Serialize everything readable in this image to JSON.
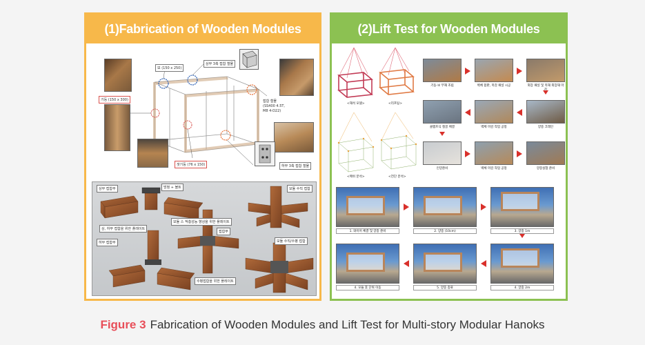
{
  "figure": {
    "number": "Figure 3",
    "title": "Fabrication of Wooden Modules and Lift Test for Multi-story Modular Hanoks"
  },
  "left_panel": {
    "title": "(1)Fabrication of Wooden Modules",
    "top_labels": {
      "beam": "보 (150 x 250)",
      "upper_joint": "상부 3축 접합 철물",
      "column": "기둥 (150 x 300)",
      "joint_hw": "접합 철물",
      "joint_hw_spec": "(SS400 4.5T,",
      "joint_hw_spec2": "M8 4-D22)",
      "lower_joint": "하부 3축 접합 철물",
      "stud": "샛기둥 (76 x 150)"
    },
    "bottom_labels": {
      "upper_section": "상부 접합부",
      "bolt": "방청 + 볼트",
      "plate_note": "모듈 스 적층성능 향상을 위한 플레이트",
      "upper_lower_plate": "상, 하부 접합을 위한 플레이트",
      "module_joint": "모듈 수직 접합",
      "lower_section": "하부 접합부",
      "horizontal_plate": "수평접합을 위한 플레이트",
      "center_label": "접합부",
      "module_vertical_horizontal": "모듈 수직/수평 접합"
    }
  },
  "right_panel": {
    "title": "(2)Lift Test for Wooden Modules",
    "diagram_labels": {
      "single": "<해석 모델>",
      "lifted": "<리프팅>",
      "mesh1": "<메쉬 분석>",
      "mesh2": "<전단 분석>"
    },
    "step_labels_top": [
      "기둥-보 부재 조립",
      "벽체 합판, 마감 패널 시공",
      "외장 패널 및 목재 외장재 마감",
      "클램프식 철골 체결",
      "벽체 마감 작업 공정",
      "양중 크레인",
      "인양준비",
      "벽체 마감 작업 공정",
      "양중실험 준비"
    ],
    "step_labels_bottom": [
      "1. 와이어 체결 및 양중 준비",
      "2. 양중 (10cm)",
      "3. 양중 1m",
      "4. 모듈 후 단위 이동",
      "5. 양중 종료",
      "4. 양중 2m"
    ]
  },
  "colors": {
    "left_accent": "#f7b84a",
    "right_accent": "#8cc152",
    "figure_number": "#e84e59"
  }
}
